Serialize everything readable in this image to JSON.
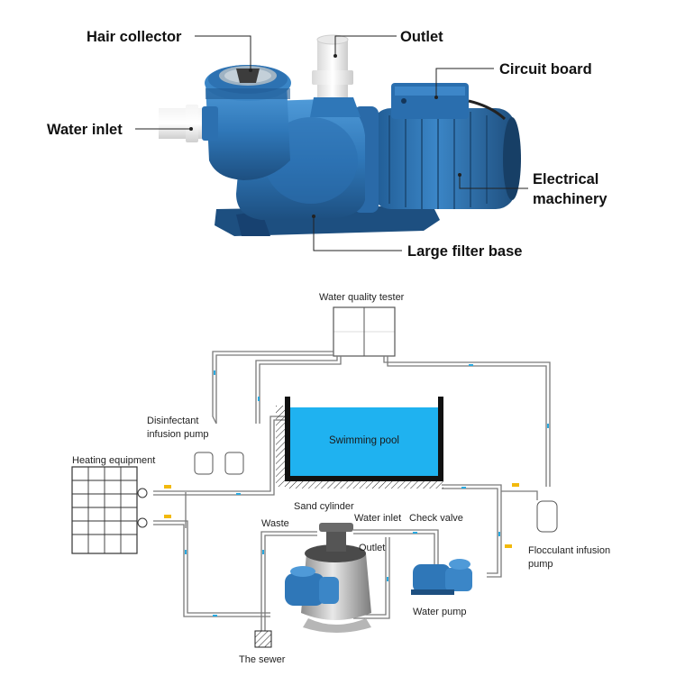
{
  "photo": {
    "labels": {
      "hair_collector": "Hair collector",
      "outlet": "Outlet",
      "circuit_board": "Circuit board",
      "water_inlet": "Water inlet",
      "electrical_machinery_1": "Electrical",
      "electrical_machinery_2": "machinery",
      "large_filter_base": "Large filter base"
    }
  },
  "schematic": {
    "labels": {
      "water_quality_tester": "Water quality tester",
      "disinfectant_1": "Disinfectant",
      "disinfectant_2": "infusion pump",
      "heating_equipment": "Heating equipment",
      "swimming_pool": "Swimming pool",
      "sand_cylinder": "Sand cylinder",
      "water_inlet": "Water inlet",
      "check_valve": "Check valve",
      "waste": "Waste",
      "outlet": "Outlet",
      "flocculant_1": "Flocculant infusion",
      "flocculant_2": "pump",
      "water_pump": "Water pump",
      "the_sewer": "The sewer"
    }
  },
  "colors": {
    "pump_blue": "#2f77b8",
    "pump_dark": "#1d4f80",
    "pool_water": "#1fb2f0",
    "pipe_gray": "#7a7a7a",
    "flow_marker": "#29a9e0"
  }
}
